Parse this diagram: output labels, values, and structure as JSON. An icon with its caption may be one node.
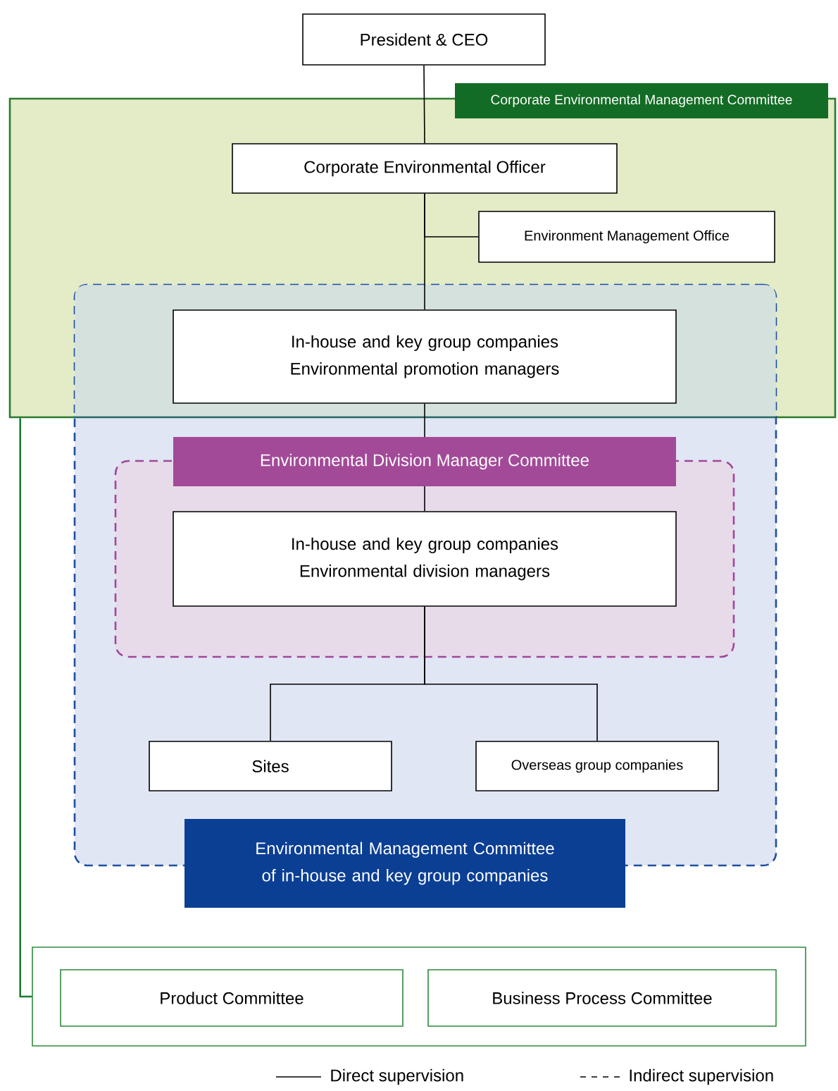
{
  "diagram": {
    "nodes": [
      {
        "text": [
          "President & CEO"
        ]
      },
      {
        "text": [
          "Corporate Environmental Management Committee"
        ]
      },
      {
        "text": [
          "Corporate Environmental Officer"
        ],
        "in": 1
      },
      {
        "text": [
          "Environment Management Office"
        ],
        "in": 1
      },
      {
        "text": [
          "Environmental Management Committee of in-house and key group companies"
        ]
      },
      {
        "text": [
          "In-house and key group companies Environmental promotion managers"
        ]
      },
      {
        "text": [
          "Environmental Division Manager Committee"
        ],
        "in": 4
      },
      {
        "text": [
          "In-house and key group companies Environmental division managers"
        ],
        "in": 6
      },
      {
        "text": [
          "Sites"
        ],
        "in": 4
      },
      {
        "text": [
          "Overseas group companies"
        ],
        "in": 4
      },
      {
        "text": [],
        "shape": "box"
      },
      {
        "text": [
          "Product Committee"
        ],
        "in": 10
      },
      {
        "text": [
          "Business Process Committee"
        ],
        "in": 10
      }
    ],
    "edges": [
      {
        "from": 0,
        "to": 2,
        "arrow": "none"
      },
      {
        "from": 2,
        "to": 3,
        "arrow": "none"
      },
      {
        "from": 2,
        "to": 5,
        "arrow": "none"
      },
      {
        "from": 5,
        "to": 7,
        "arrow": "none"
      },
      {
        "from": 7,
        "to": 8,
        "arrow": "none"
      },
      {
        "from": 7,
        "to": 9,
        "arrow": "none"
      },
      {
        "from": 1,
        "to": 10,
        "arrow": "none",
        "color": "#1e7a2e"
      }
    ],
    "legend": [
      {
        "text": "Direct supervision"
      },
      {
        "text": "Indirect supervision"
      }
    ]
  }
}
